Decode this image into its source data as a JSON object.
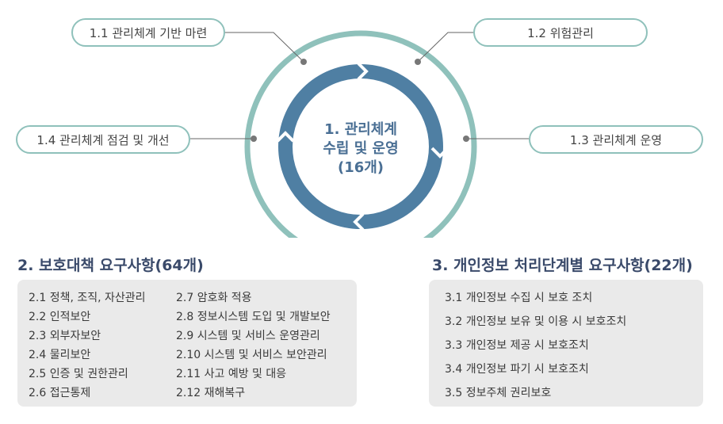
{
  "colors": {
    "outer_ring": "#8fc1bb",
    "inner_ring": "#4f7fa3",
    "title_text": "#3a4a6a",
    "center_text": "#4a6f94",
    "panel_bg": "#eaeaea"
  },
  "center": {
    "line1": "1. 관리체계",
    "line2": "수립 및 운영",
    "line3": "(16개)"
  },
  "sub_items": {
    "p11": "1.1 관리체계 기반 마련",
    "p12": "1.2 위험관리",
    "p13": "1.3 관리체계 운영",
    "p14": "1.4 관리체계 점검 및 개선"
  },
  "section2": {
    "title": "2. 보호대책 요구사항(64개)",
    "left_items": [
      "2.1 정책, 조직, 자산관리",
      "2.2 인적보안",
      "2.3 외부자보안",
      "2.4 물리보안",
      "2.5 인증 및 권한관리",
      "2.6 접근통제"
    ],
    "right_items": [
      "2.7 암호화 적용",
      "2.8 정보시스템 도입 및 개발보안",
      "2.9 시스템 및 서비스 운영관리",
      "2.10 시스템 및 서비스 보안관리",
      "2.11 사고 예방 및 대응",
      "2.12 재해복구"
    ]
  },
  "section3": {
    "title": "3. 개인정보 처리단계별 요구사항(22개)",
    "items": [
      "3.1 개인정보 수집 시 보호 조치",
      "3.2 개인정보 보유 및 이용 시 보호조치",
      "3.3 개인정보 제공 시 보호조치",
      "3.4 개인정보 파기 시 보호조치",
      "3.5 정보주체 권리보호"
    ]
  }
}
